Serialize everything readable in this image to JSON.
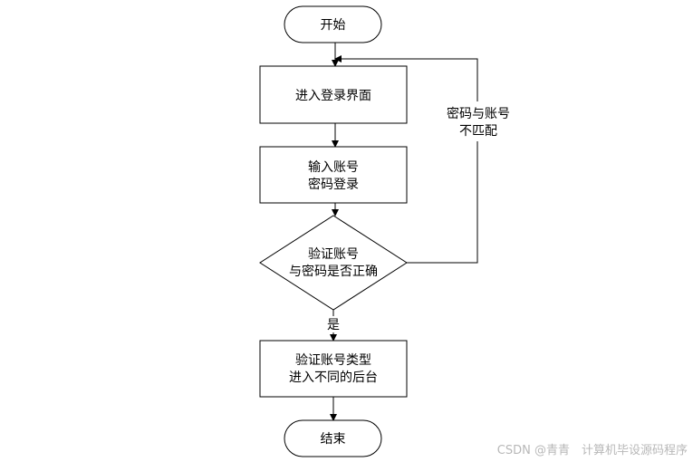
{
  "nodes": {
    "start": {
      "label": "开始"
    },
    "login_page": {
      "label": "进入登录界面"
    },
    "input": {
      "line1": "输入账号",
      "line2": "密码登录"
    },
    "verify": {
      "line1": "验证账号",
      "line2": "与密码是否正确"
    },
    "route": {
      "line1": "验证账号类型",
      "line2": "进入不同的后台"
    },
    "end": {
      "label": "结束"
    }
  },
  "edges": {
    "mismatch": {
      "line1": "密码与账号",
      "line2": "不匹配"
    },
    "yes": {
      "label": "是"
    }
  },
  "watermark": {
    "text": "CSDN @青青　计算机毕设源码程序"
  }
}
